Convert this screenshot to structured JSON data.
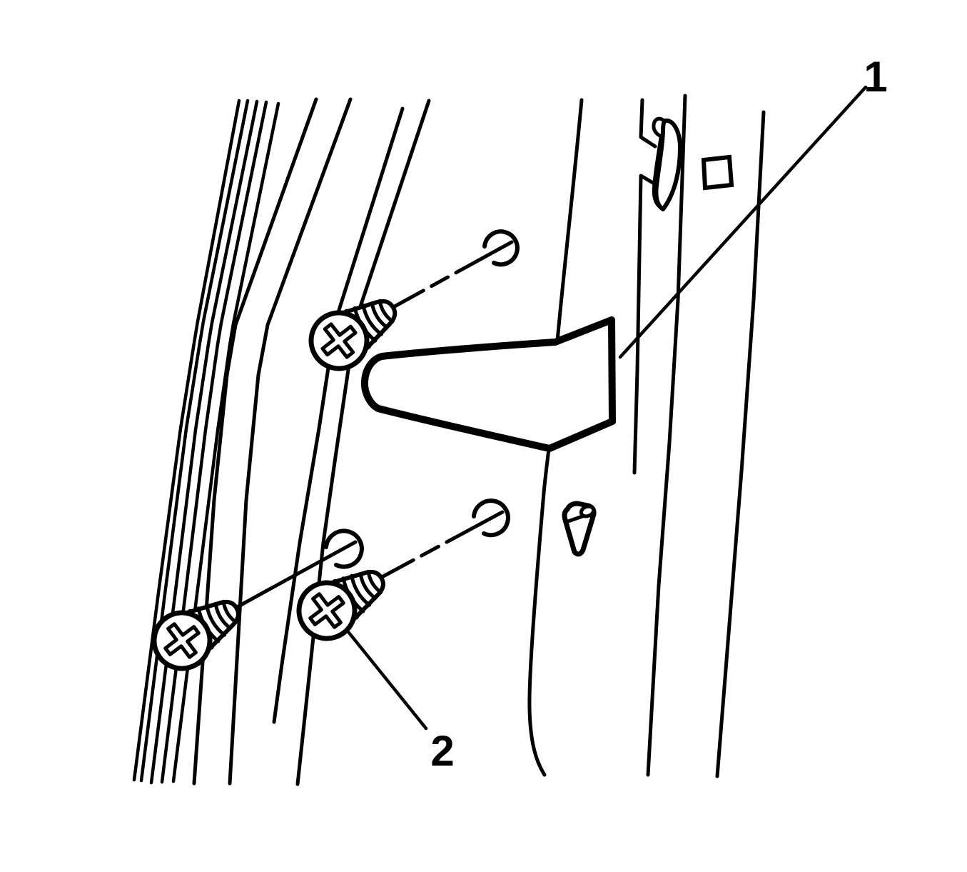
{
  "figure": {
    "type": "technical-line-illustration",
    "callouts": {
      "wedge_label": "1",
      "screw_label": "2"
    },
    "colors": {
      "ink": "#000000",
      "paper": "#ffffff"
    }
  }
}
